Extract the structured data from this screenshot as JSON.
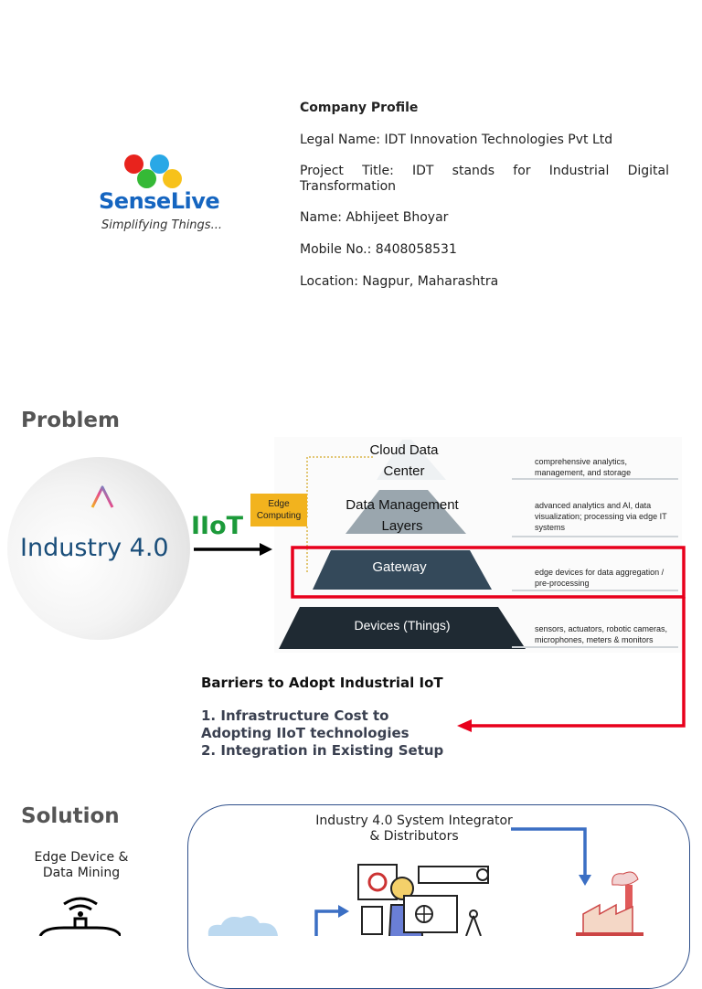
{
  "logo": {
    "name": "SenseLive",
    "tagline": "Simplifying Things...",
    "colors": {
      "red": "#e8231d",
      "blue": "#29a8e6",
      "green": "#35b936",
      "yellow": "#f7c21b",
      "text": "#1565c0"
    }
  },
  "profile": {
    "heading": "Company Profile",
    "legal_name": "Legal Name: IDT Innovation Technologies Pvt Ltd",
    "project_title": "Project Title: IDT stands for Industrial Digital Transformation",
    "name": "Name: Abhijeet Bhoyar",
    "mobile": "Mobile No.: 8408058531",
    "location": "Location: Nagpur, Maharashtra"
  },
  "problem": {
    "title": "Problem",
    "industry_label": "Industry 4.0",
    "iiot_label": "IIoT",
    "edge_box": "Edge Computing",
    "tiers": [
      {
        "label": "Cloud Data Center",
        "desc": "comprehensive analytics, management, and storage"
      },
      {
        "label": "Data Management Layers",
        "desc": "advanced analytics and AI, data visualization; processing via edge IT systems"
      },
      {
        "label": "Gateway",
        "desc": "edge devices for data aggregation / pre-processing"
      },
      {
        "label": "Devices (Things)",
        "desc": "sensors, actuators, robotic cameras, microphones, meters & monitors"
      }
    ],
    "barriers_heading": "Barriers to Adopt Industrial IoT",
    "barriers": [
      "1. Infrastructure Cost to Adopting IIoT technologies",
      "2. Integration in Existing Setup"
    ],
    "highlight_color": "#e8001c"
  },
  "solution": {
    "title": "Solution",
    "edge_device_label": "Edge Device & Data Mining",
    "system_label": "Industry 4.0 System Integrator & Distributors",
    "arrow_color": "#3b6fc4"
  }
}
